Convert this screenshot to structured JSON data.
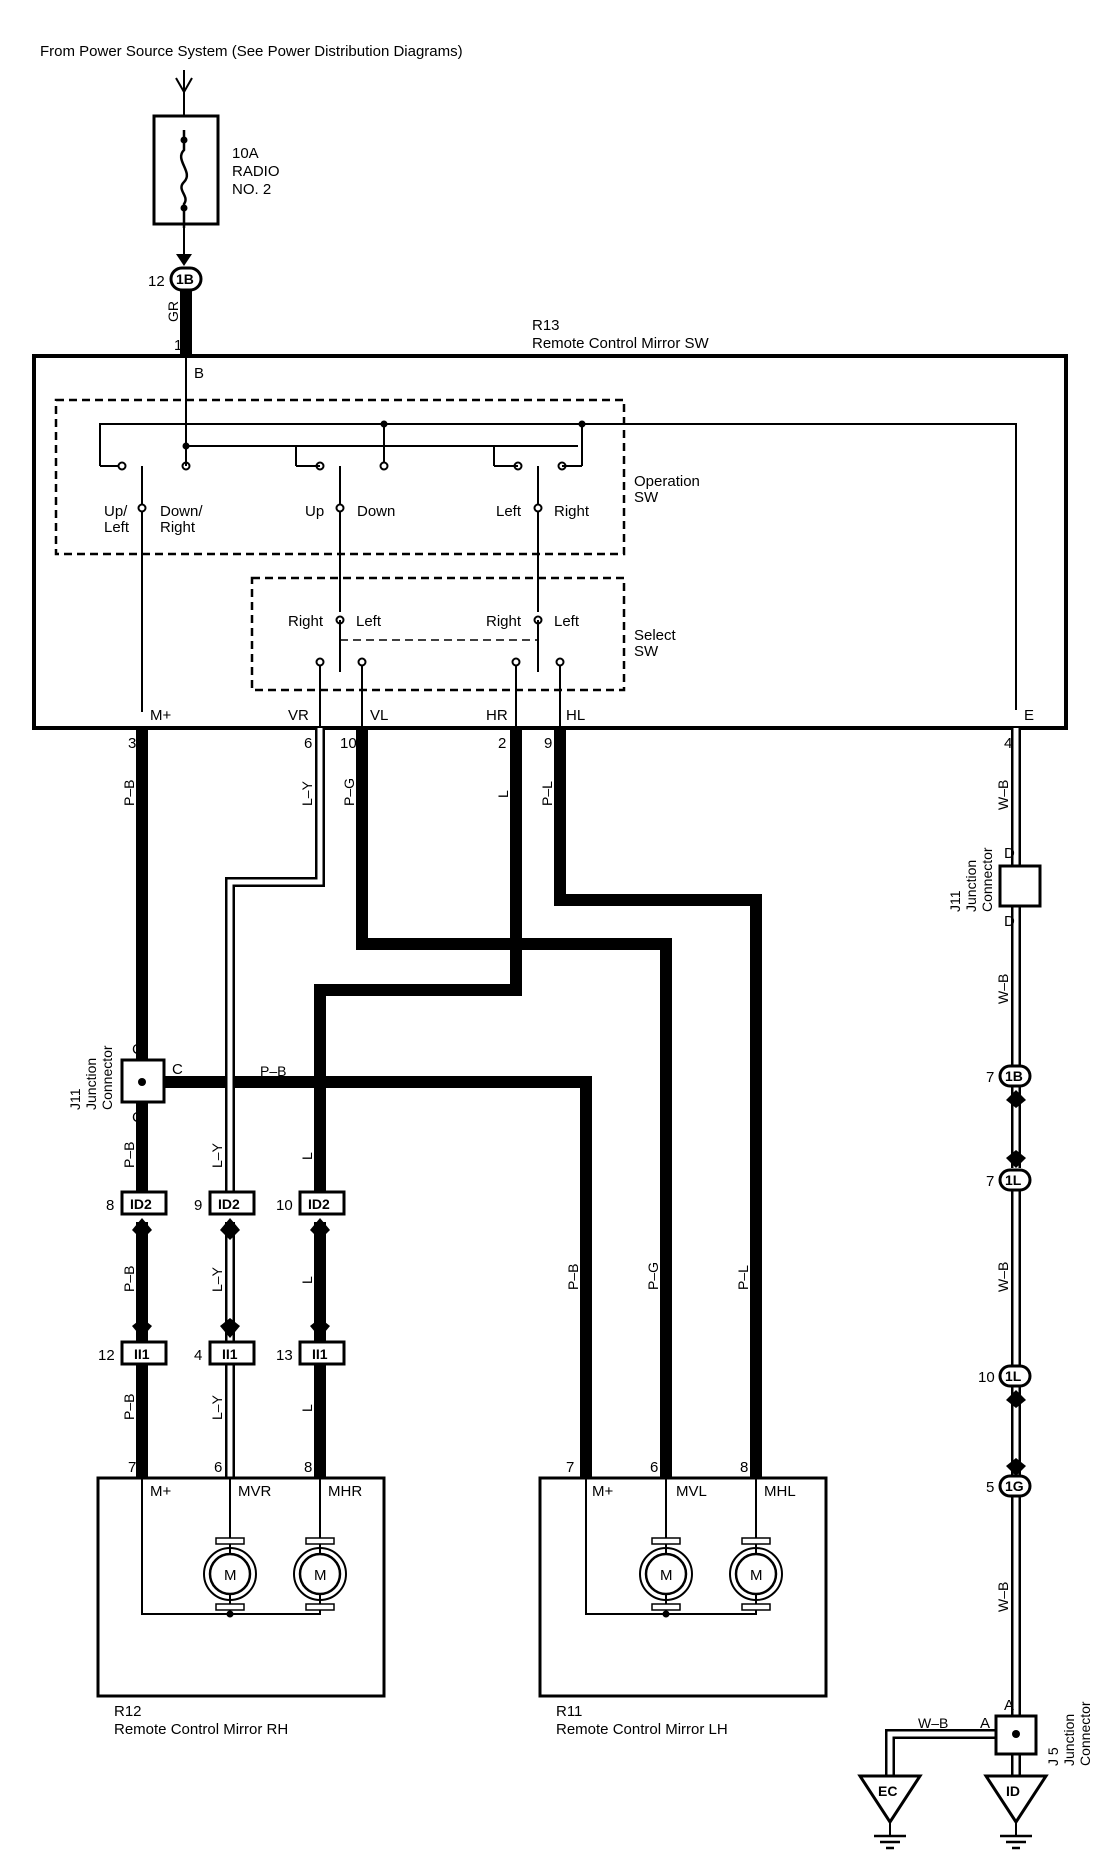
{
  "source_note": "From Power Source System (See Power Distribution Diagrams)",
  "fuse": {
    "rating": "10A",
    "name_line1": "RADIO",
    "name_line2": "NO. 2"
  },
  "switch_unit": {
    "code": "R13",
    "name": "Remote Control Mirror SW",
    "terminal_b": "B",
    "terminal_e": "E"
  },
  "operation_sw": {
    "label_line1": "Operation",
    "label_line2": "SW",
    "up_left_1": "Up/",
    "up_left_2": "Left",
    "down_right_1": "Down/",
    "down_right_2": "Right",
    "up": "Up",
    "down": "Down",
    "left": "Left",
    "right": "Right"
  },
  "select_sw": {
    "label_line1": "Select",
    "label_line2": "SW",
    "right": "Right",
    "left": "Left"
  },
  "sw_terminals": [
    "M+",
    "VR",
    "VL",
    "HR",
    "HL"
  ],
  "pins_top": {
    "b": "1",
    "m": "3",
    "vr": "6",
    "vl": "10",
    "hr": "2",
    "hl": "9",
    "e": "4"
  },
  "wire_colors": {
    "gr": "GR",
    "pb": "P–B",
    "ly": "L–Y",
    "pg": "P–G",
    "l": "L",
    "pl": "P–L",
    "wb": "W–B"
  },
  "connectors": {
    "c1b_top": {
      "pin": "12",
      "code": "1B"
    },
    "id2": {
      "code": "ID2",
      "pins": [
        "8",
        "9",
        "10"
      ]
    },
    "ii1": {
      "code": "II1",
      "pins": [
        "12",
        "4",
        "13"
      ]
    },
    "right_chain": [
      {
        "pin": "7",
        "code": "1B"
      },
      {
        "pin": "7",
        "code": "1L"
      },
      {
        "pin": "10",
        "code": "1L"
      },
      {
        "pin": "5",
        "code": "1G"
      }
    ]
  },
  "junctions": {
    "j11_left": {
      "code": "J11",
      "line1": "Junction",
      "line2": "Connector",
      "pin": "C"
    },
    "j11_right": {
      "code": "J11",
      "line1": "Junction",
      "line2": "Connector",
      "pin": "D"
    },
    "j5": {
      "code": "J 5",
      "line1": "Junction",
      "line2": "Connector",
      "pin": "A"
    }
  },
  "mirror_rh": {
    "code": "R12",
    "name": "Remote Control Mirror RH",
    "pins": [
      "7",
      "6",
      "8"
    ],
    "terms": [
      "M+",
      "MVR",
      "MHR"
    ]
  },
  "mirror_lh": {
    "code": "R11",
    "name": "Remote Control Mirror LH",
    "pins": [
      "7",
      "6",
      "8"
    ],
    "terms": [
      "M+",
      "MVL",
      "MHL"
    ]
  },
  "motor_label": "M",
  "grounds": {
    "ec": "EC",
    "id": "ID"
  }
}
